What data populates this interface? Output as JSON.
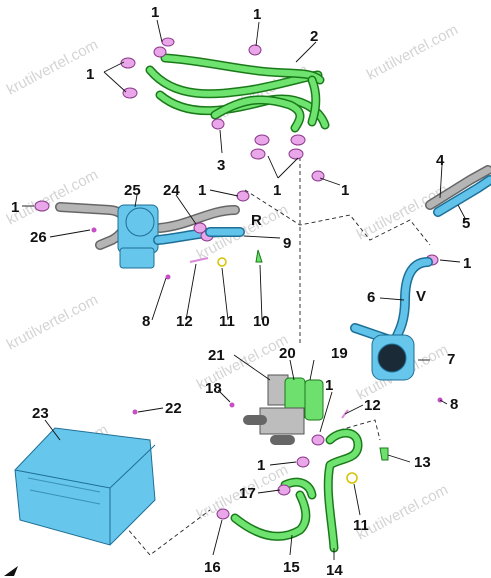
{
  "watermark": "krutilvertel.com",
  "letters": {
    "R": "R",
    "V": "V"
  },
  "labels": {
    "l1a": "1",
    "l1b": "1",
    "l1c": "1",
    "l2": "2",
    "l3": "3",
    "l1d": "1",
    "l1e": "1",
    "l4": "4",
    "l5": "5",
    "l25": "25",
    "l24": "24",
    "l1f": "1",
    "l1g": "1",
    "l26": "26",
    "l9": "9",
    "l1h": "1",
    "l6": "6",
    "l7": "7",
    "l8a": "8",
    "l12a": "12",
    "l11a": "11",
    "l10": "10",
    "l21": "21",
    "l20": "20",
    "l19": "19",
    "l18": "18",
    "l1i": "1",
    "l8b": "8",
    "l23": "23",
    "l22": "22",
    "l12b": "12",
    "l1j": "1",
    "l13": "13",
    "l17": "17",
    "l11b": "11",
    "l16": "16",
    "l15": "15",
    "l14": "14"
  },
  "colors": {
    "coolant_hose_green": "#6fe36f",
    "coolant_hose_blue": "#62c3ea",
    "clamp": "#e9a6e9",
    "intake_pipe_grey": "#b5b5b5"
  }
}
